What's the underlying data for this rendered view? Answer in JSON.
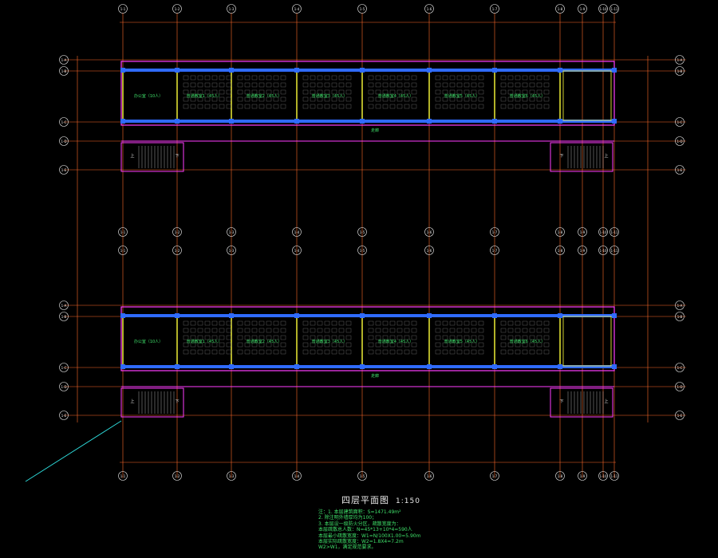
{
  "drawing": {
    "title": "四层平面图",
    "scale": "1:150",
    "notes": [
      "注：1. 本层建筑面积：S=1471.49m²",
      "2. 除注明外墙厚均为100；",
      "3. 本层设一级防火分区，疏散宽度为：",
      "本层疏散总人数：N=45*13+10*4=590人",
      "本层最小疏散宽度：W1=N/100X1.00=5.90m",
      "本层实际疏散宽度：W2=1.8X4=7.2m",
      "W2>W1，满足规范要求。"
    ]
  },
  "colors": {
    "background": "#000000",
    "grid_line": "#ff6a2a",
    "wall": "#2f6bff",
    "partition": "#ffff3a",
    "outline": "#ff3cff",
    "text_green": "#3fe06a",
    "text_white": "#e8e8e8",
    "leader": "#2fe0e0"
  },
  "axes": {
    "columns": [
      "1-1",
      "1-2",
      "1-3",
      "1-4",
      "1-5",
      "1-6",
      "1-7",
      "1-8",
      "1-9",
      "1-10",
      "1-11"
    ],
    "rows": [
      "1-A",
      "1-B",
      "1-C",
      "1-D",
      "1-E"
    ]
  },
  "plans": [
    {
      "classrooms": [
        "普通教室1（45人）",
        "普通教室2（45人）",
        "普通教室3（45人）",
        "普通教室4（45人）",
        "普通教室5（45人）",
        "普通教室6（45人）"
      ],
      "office": "办公室（10人）",
      "stair_labels": [
        "上",
        "下"
      ],
      "corridor_label": "走廊"
    },
    {
      "classrooms": [
        "普通教室1（45人）",
        "普通教室2（45人）",
        "普通教室3（45人）",
        "普通教室4（45人）",
        "普通教室5（45人）",
        "普通教室6（45人）"
      ],
      "office": "办公室（10人）",
      "stair_labels": [
        "上",
        "下"
      ],
      "corridor_label": "走廊"
    }
  ]
}
